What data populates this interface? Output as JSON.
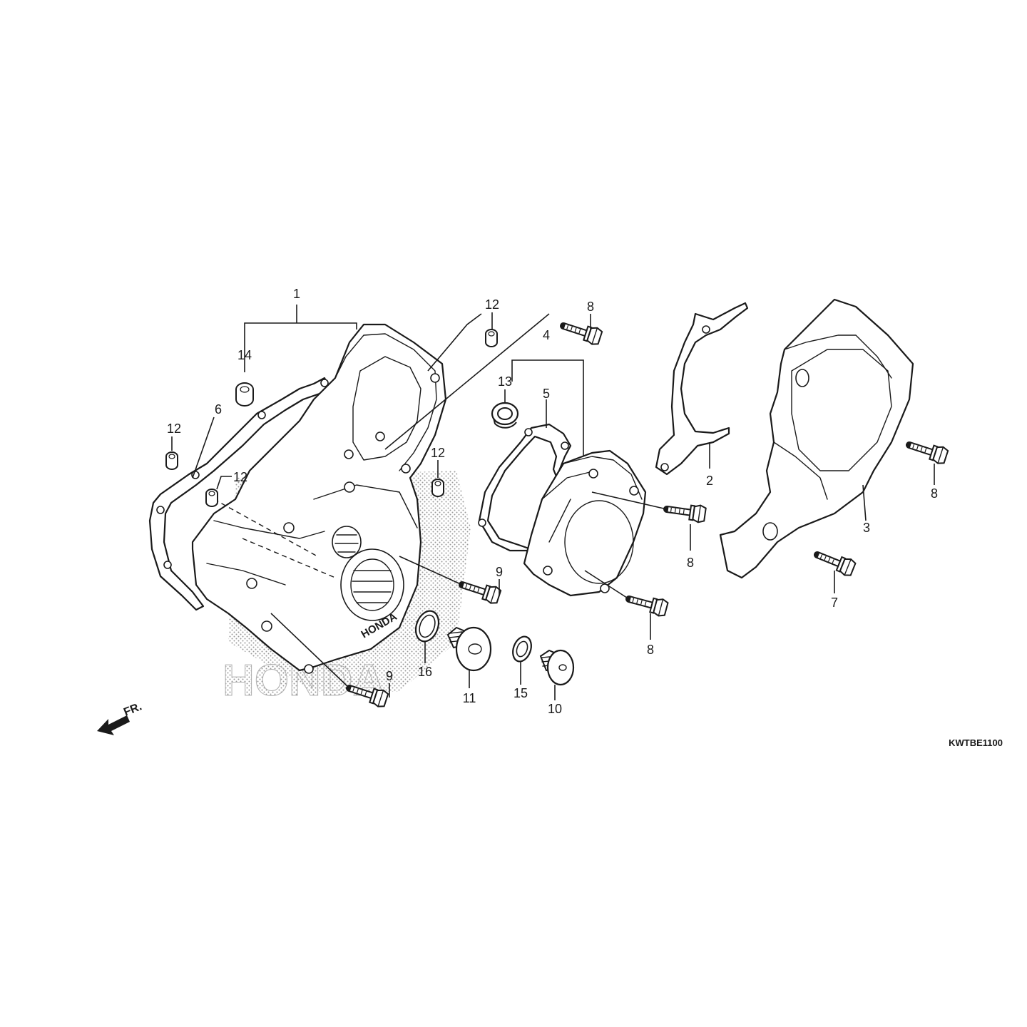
{
  "diagram": {
    "code": "KWTBE1100",
    "direction_label": "FR.",
    "callouts": [
      "1",
      "2",
      "3",
      "4",
      "5",
      "6",
      "7",
      "8",
      "9",
      "10",
      "11",
      "12",
      "13",
      "14",
      "15",
      "16"
    ]
  },
  "colors": {
    "line": "#1a1a1a",
    "background": "#ffffff"
  }
}
